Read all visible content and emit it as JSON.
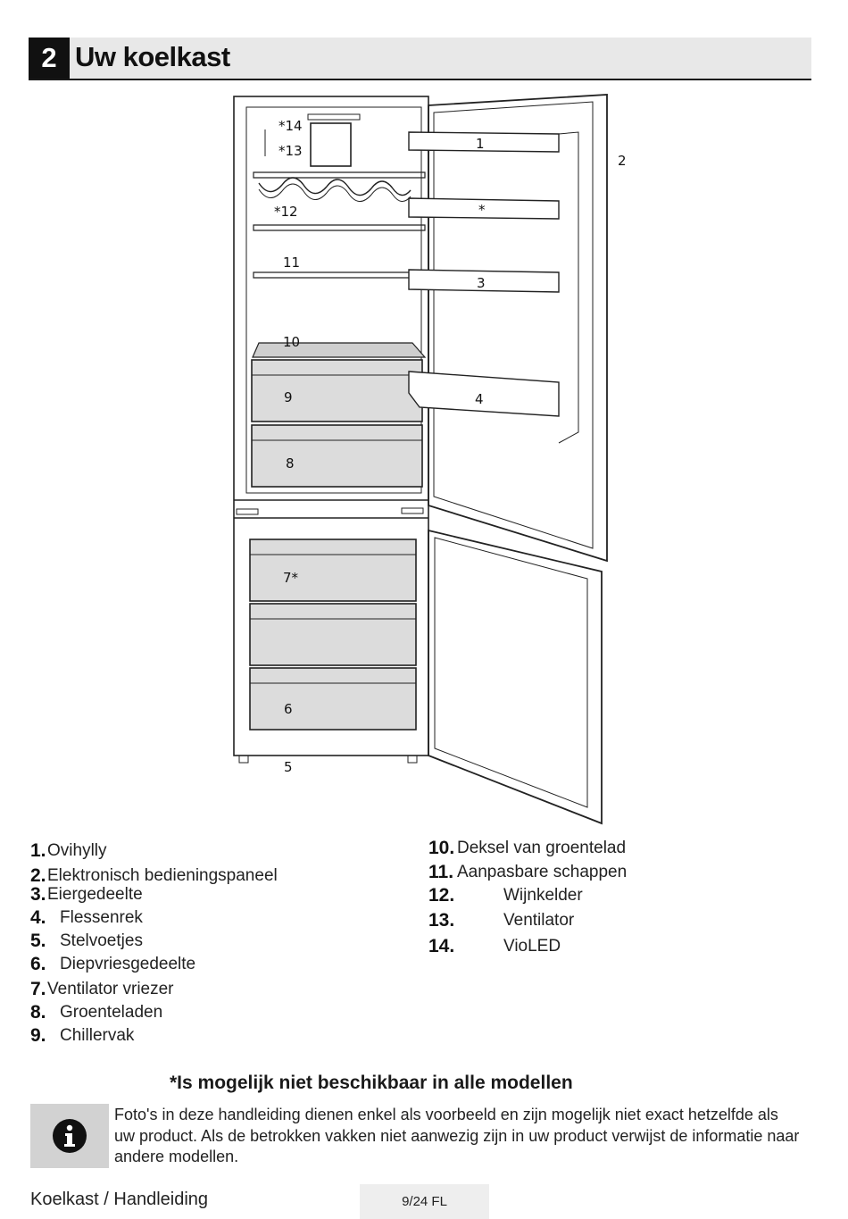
{
  "header": {
    "chapter_number": "2",
    "title": "Uw koelkast"
  },
  "diagram_labels": {
    "l14": "*14",
    "l13": "*13",
    "l12": "*12",
    "l11": "11",
    "l10": "10",
    "l9": "9",
    "l8": "8",
    "l7": "7*",
    "l6": "6",
    "l5": "5",
    "l1": "1",
    "lstar": "*",
    "l3": "3",
    "l4": "4",
    "l2": "2"
  },
  "legend_left": [
    {
      "num": "1.",
      "text": "Ovihylly"
    },
    {
      "num": "2.",
      "text": "Elektronisch bedieningspaneel"
    },
    {
      "num": "3.",
      "text": "Eiergedeelte"
    },
    {
      "num": "4.",
      "text": "Flessenrek"
    },
    {
      "num": "5.",
      "text": "Stelvoetjes"
    },
    {
      "num": "6.",
      "text": "Diepvriesgedeelte"
    },
    {
      "num": "7.",
      "text": "Ventilator vriezer"
    },
    {
      "num": "8.",
      "text": "Groenteladen"
    },
    {
      "num": "9.",
      "text": "Chillervak"
    }
  ],
  "legend_right": [
    {
      "num": "10.",
      "text": "Deksel van groentelad"
    },
    {
      "num": "11.",
      "text": "Aanpasbare schappen"
    },
    {
      "num": "12.",
      "text": "Wijnkelder"
    },
    {
      "num": "13.",
      "text": "Ventilator"
    },
    {
      "num": "14.",
      "text": "VioLED"
    }
  ],
  "note": {
    "heading": "*Is mogelijk niet beschikbaar in alle modellen",
    "icon": "info-icon",
    "text": "Foto's in deze handleiding dienen enkel als voorbeeld en zijn mogelijk niet exact hetzelfde als uw product. Als de betrokken vakken niet aanwezig zijn in uw product verwijst de informatie naar andere modellen."
  },
  "footer": {
    "left": "Koelkast / Handleiding",
    "page": "9/24 FL"
  }
}
